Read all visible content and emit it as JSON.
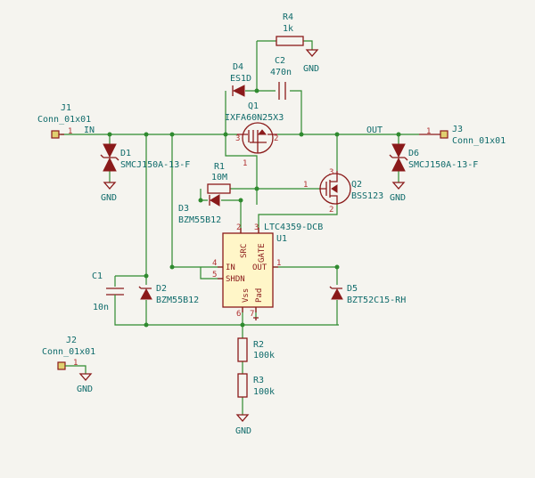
{
  "labels": {
    "r4_ref": "R4",
    "r4_val": "1k",
    "gnd_r4": "GND",
    "d4_ref": "D4",
    "d4_val": "ES1D",
    "c2_ref": "C2",
    "c2_val": "470n",
    "j1_ref": "J1",
    "j1_val": "Conn_01x01",
    "j1_pin": "1",
    "in_net": "IN",
    "out_net": "OUT",
    "q1_ref": "Q1",
    "q1_val": "IXFA60N25X3",
    "q1_p1": "1",
    "q1_p2": "2",
    "q1_p3": "3",
    "j3_ref": "J3",
    "j3_val": "Conn_01x01",
    "j3_pin": "1",
    "d1_ref": "D1",
    "d1_val": "SMCJ150A-13-F",
    "d6_ref": "D6",
    "d6_val": "SMCJ150A-13-F",
    "gnd_d1": "GND",
    "gnd_d6": "GND",
    "r1_ref": "R1",
    "r1_val": "10M",
    "q2_ref": "Q2",
    "q2_val": "BSS123",
    "q2_p1": "1",
    "q2_p2": "2",
    "q2_p3": "3",
    "d3_ref": "D3",
    "d3_val": "BZM55B12",
    "u1_ref": "U1",
    "u1_val": "LTC4359-DCB",
    "u1_src": "SRC",
    "u1_gate": "GATE",
    "u1_in": "IN",
    "u1_out": "OUT",
    "u1_shdn": "SHDN",
    "u1_vss": "Vss",
    "u1_pad": "Pad",
    "u1_p2": "2",
    "u1_p3": "3",
    "u1_p4": "4",
    "u1_p5": "5",
    "u1_p1": "1",
    "u1_p6": "6",
    "u1_p7": "7",
    "c1_ref": "C1",
    "c1_val": "10n",
    "d2_ref": "D2",
    "d2_val": "BZM55B12",
    "d5_ref": "D5",
    "d5_val": "BZT52C15-RH",
    "j2_ref": "J2",
    "j2_val": "Conn_01x01",
    "j2_pin": "1",
    "gnd_j2": "GND",
    "r2_ref": "R2",
    "r2_val": "100k",
    "r3_ref": "R3",
    "r3_val": "100k",
    "gnd_bottom": "GND"
  }
}
